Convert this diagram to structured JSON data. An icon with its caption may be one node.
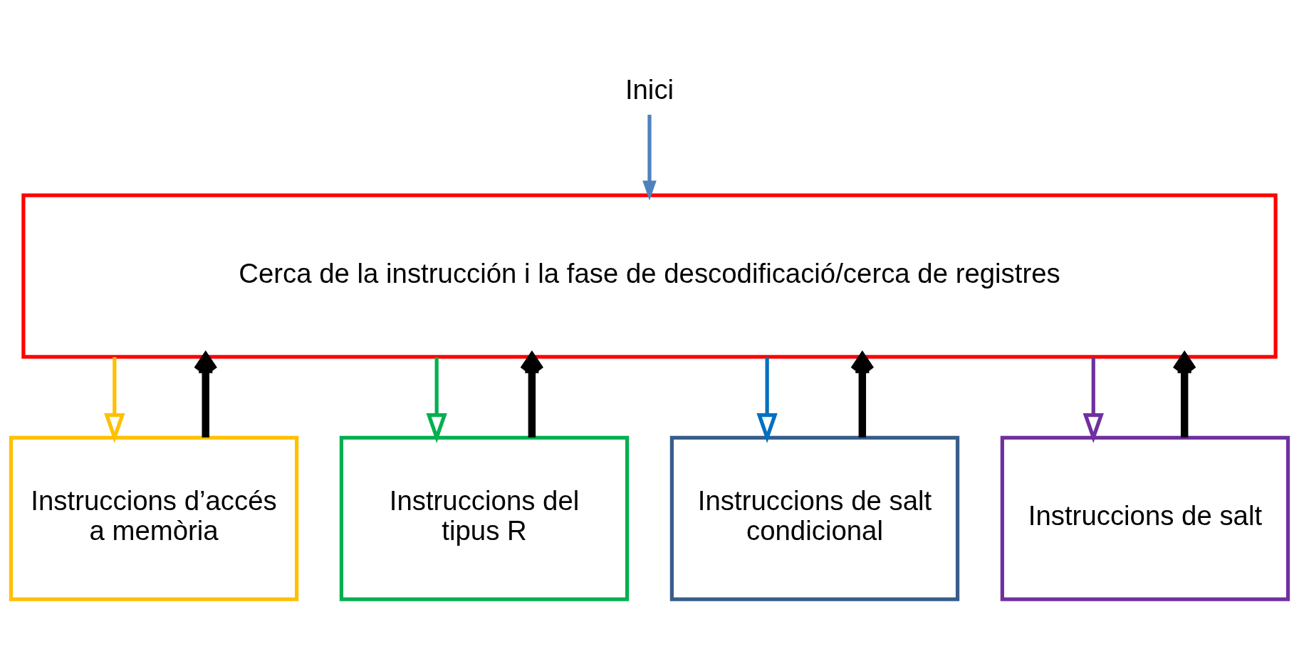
{
  "diagram": {
    "nodes": [
      {
        "text": [
          "Inici"
        ]
      },
      {
        "text": [
          "Cerca de la instrucción i la fase de descodificació/cerca de registres"
        ]
      },
      {
        "text": [
          "Instruccions d’accés a memòria"
        ]
      },
      {
        "text": [
          "Instruccions del tipus R"
        ]
      },
      {
        "text": [
          "Instruccions de salt condicional"
        ]
      },
      {
        "text": [
          "Instruccions de salt"
        ]
      }
    ],
    "edges": [
      {
        "from": 0,
        "to": 1,
        "arrow": "to",
        "color": "#4f81bd"
      },
      {
        "from": 1,
        "to": 2,
        "arrow": "to",
        "color": "#ffc000"
      },
      {
        "from": 1,
        "to": 3,
        "arrow": "to",
        "color": "#00b050"
      },
      {
        "from": 1,
        "to": 4,
        "arrow": "to",
        "color": "#0070c0"
      },
      {
        "from": 1,
        "to": 5,
        "arrow": "to",
        "color": "#7030a0"
      },
      {
        "from": 2,
        "to": 1,
        "arrow": "to",
        "style": "thick",
        "color": "#000000"
      },
      {
        "from": 3,
        "to": 1,
        "arrow": "to",
        "style": "thick",
        "color": "#000000"
      },
      {
        "from": 4,
        "to": 1,
        "arrow": "to",
        "style": "thick",
        "color": "#000000"
      },
      {
        "from": 5,
        "to": 1,
        "arrow": "to",
        "style": "thick",
        "color": "#000000"
      }
    ]
  }
}
